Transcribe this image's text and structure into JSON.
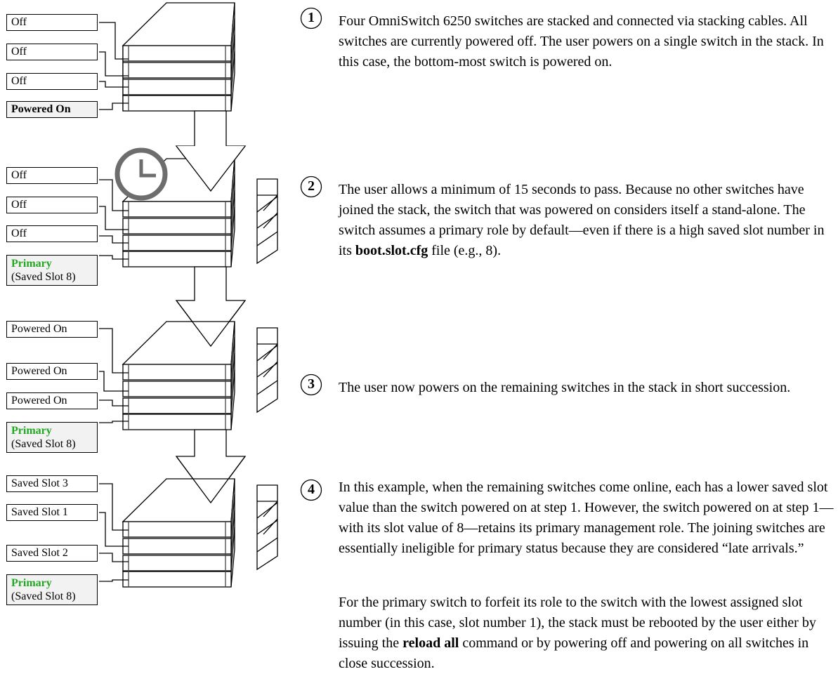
{
  "stages": [
    {
      "labels": [
        "Off",
        "Off",
        "Off",
        "Powered On"
      ]
    },
    {
      "labels": [
        "Off",
        "Off",
        "Off"
      ],
      "primary": {
        "title": "Primary",
        "subtitle": "(Saved Slot 8)"
      }
    },
    {
      "labels": [
        "Powered On",
        "Powered On",
        "Powered On"
      ],
      "primary": {
        "title": "Primary",
        "subtitle": "(Saved Slot 8)"
      }
    },
    {
      "labels": [
        "Saved Slot 3",
        "Saved Slot 1",
        "Saved Slot 2"
      ],
      "primary": {
        "title": "Primary",
        "subtitle": "(Saved Slot 8)"
      }
    }
  ],
  "steps": [
    {
      "number": "1",
      "text": "Four OmniSwitch 6250 switches are stacked and connected via stacking cables. All switches are currently powered off. The user powers on a single switch in the stack. In this case, the bottom-most switch is powered on."
    },
    {
      "number": "2",
      "text_before": "The user allows a minimum of 15 seconds to pass. Because no other switches have joined the stack, the switch that was powered on considers itself a stand-alone. The switch assumes a primary role by default—even if there is a high saved slot number in its ",
      "bold": "boot.slot.cfg",
      "text_after": " file (e.g., 8)."
    },
    {
      "number": "3",
      "text": "The user now powers on the remaining switches in the stack in short succession."
    },
    {
      "number": "4",
      "text": "In this example, when the remaining switches come online, each has a lower saved slot value than the switch powered on at step 1. However, the switch powered on at step 1—with its slot value of 8—retains its primary management role. The joining switches are essentially ineligible for primary status because they are considered “late arrivals.”",
      "extra_before": "For the primary switch to forfeit its role to the switch with the lowest assigned slot number (in this case, slot number 1), the stack must be rebooted by the user either by issuing the ",
      "extra_bold": "reload all",
      "extra_after": " command or by powering off and powering on all switches in close succession."
    }
  ],
  "colors": {
    "primary_text": "#22a722",
    "clock": "#6d6d6d",
    "highlight_bg": "#f2f2f2"
  }
}
